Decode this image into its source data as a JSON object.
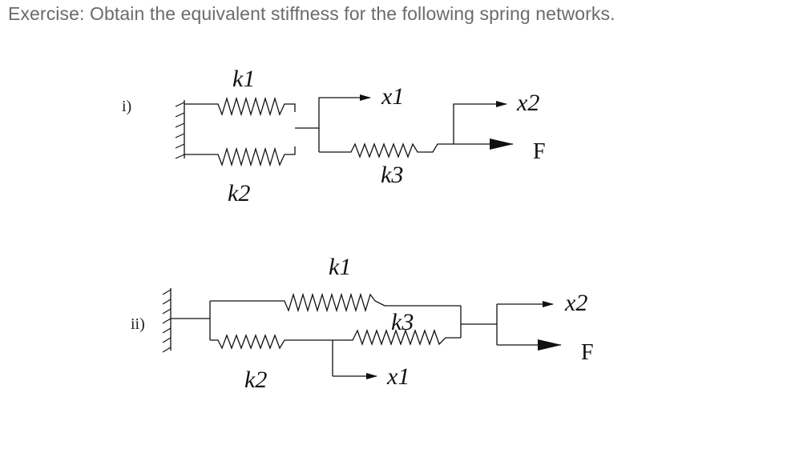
{
  "title": "Exercise: Obtain the equivalent stiffness for the following spring networks.",
  "diagram_i": {
    "marker": "i)",
    "k1": "k1",
    "k2": "k2",
    "k3": "k3",
    "x1": "x1",
    "x2": "x2",
    "force": "F"
  },
  "diagram_ii": {
    "marker": "ii)",
    "k1": "k1",
    "k2": "k2",
    "k3": "k3",
    "x1": "x1",
    "x2": "x2",
    "force": "F"
  },
  "icons": [
    "wall-icon",
    "spring-icon",
    "displacement-arrow-icon",
    "force-arrow-icon"
  ]
}
